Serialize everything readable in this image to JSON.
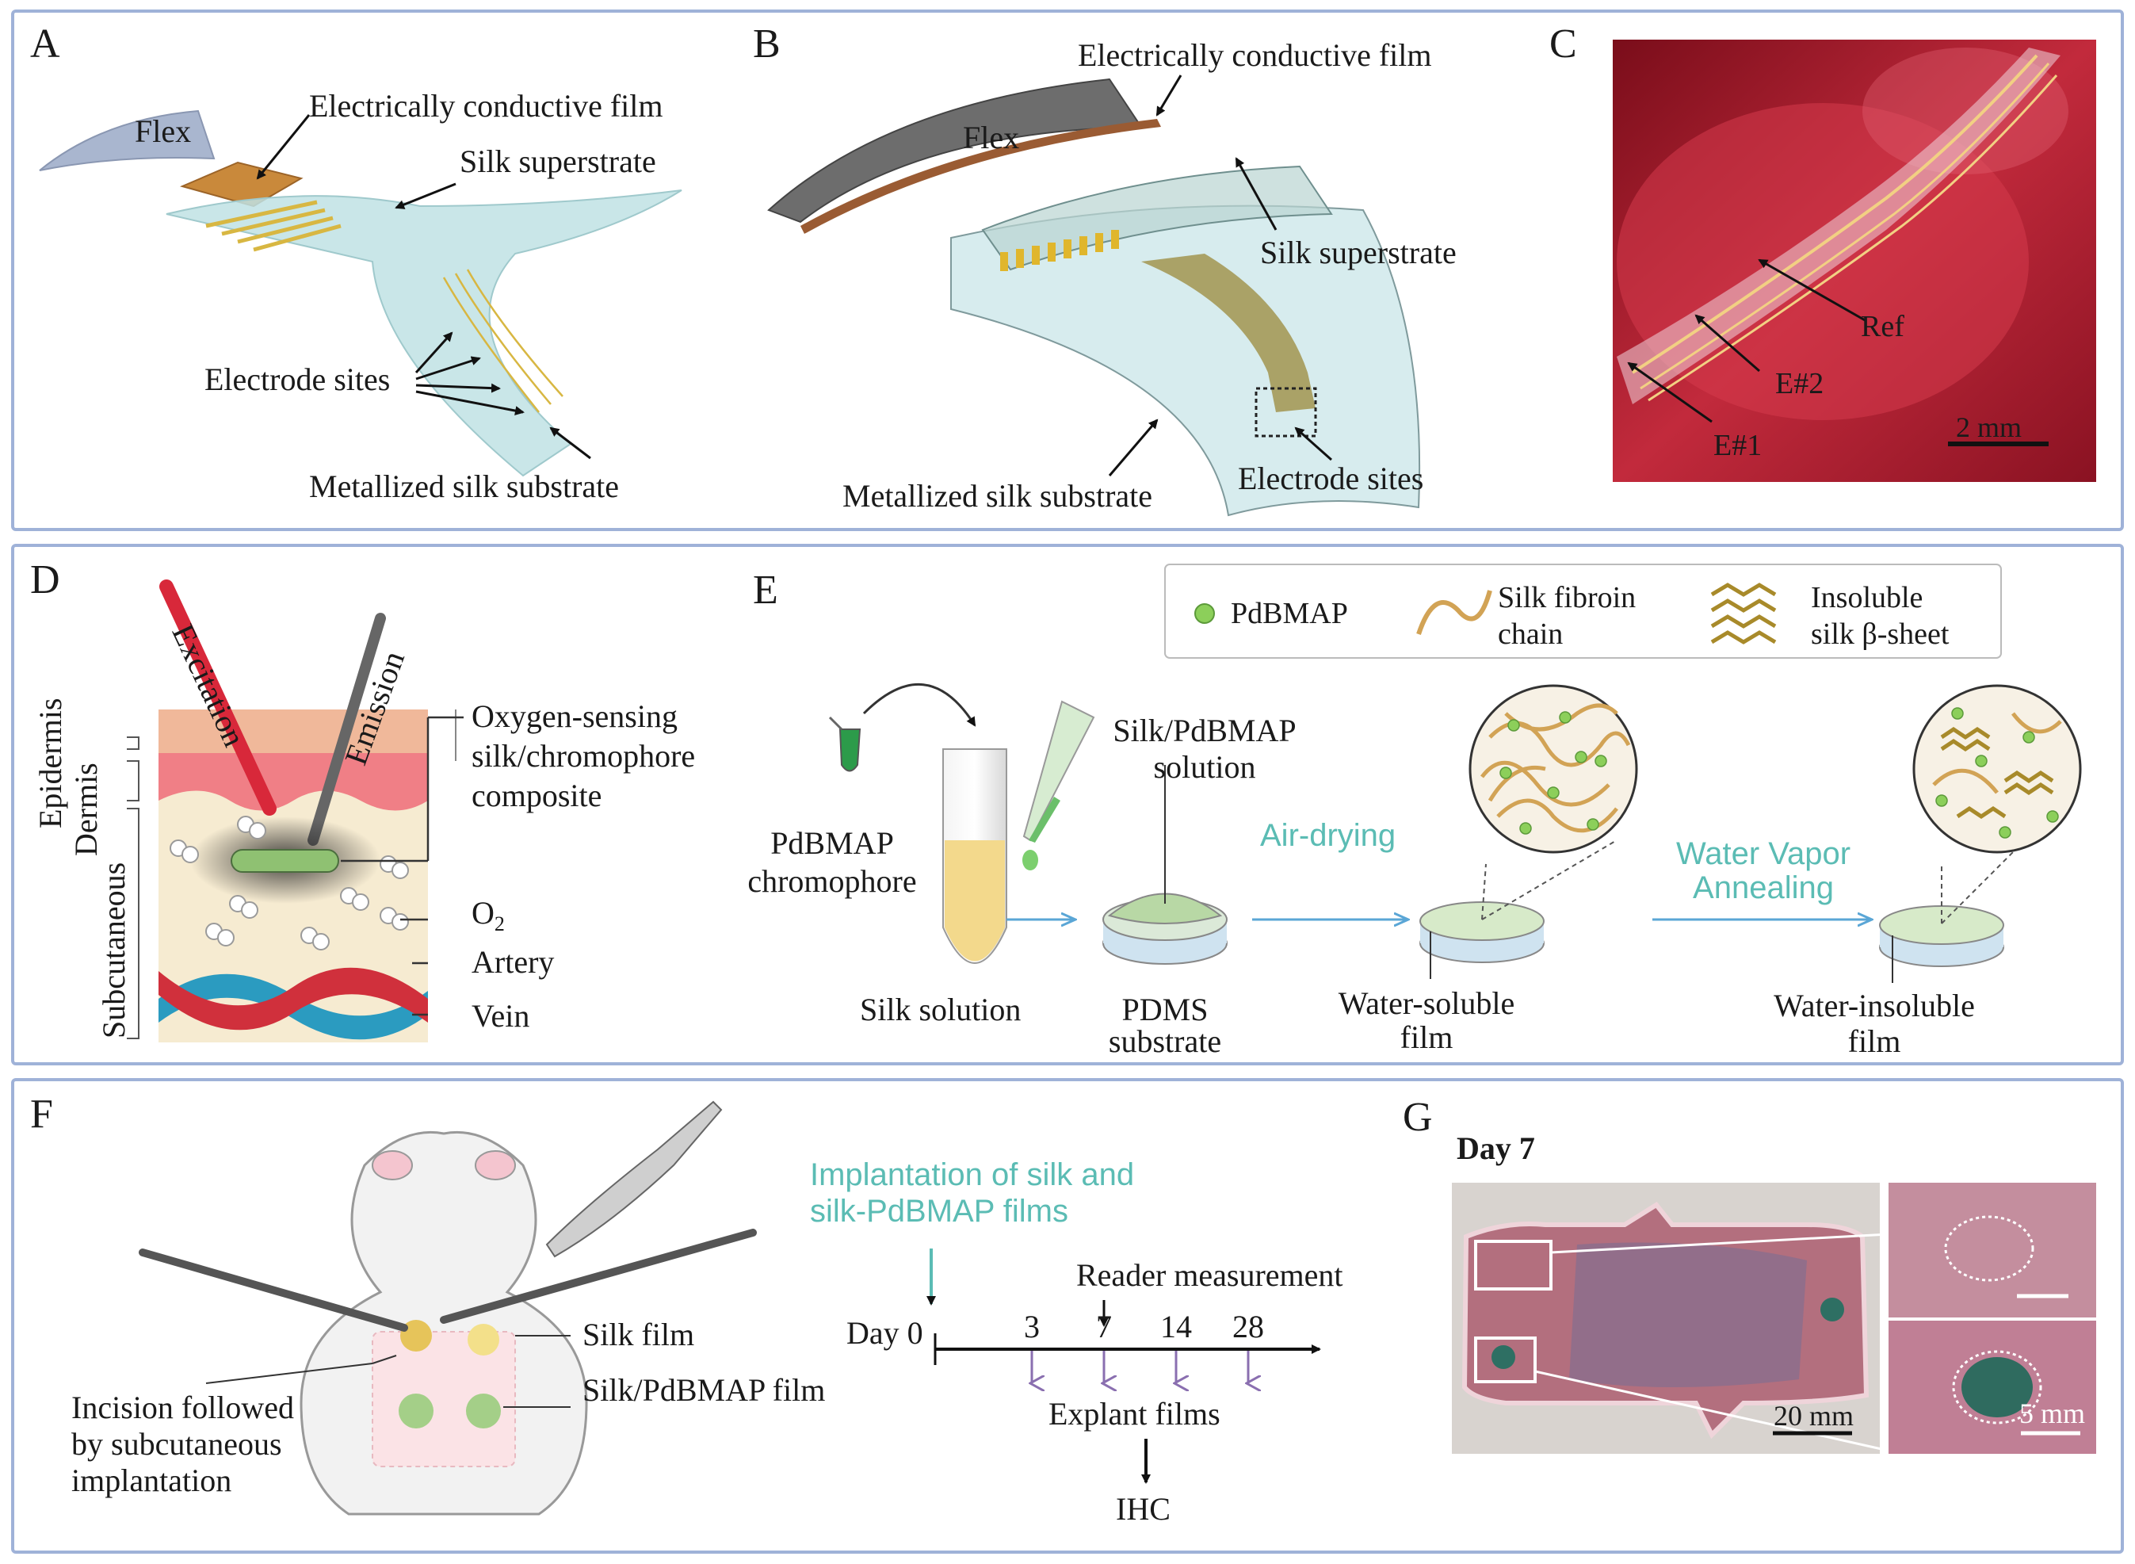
{
  "panels": {
    "A": {
      "label": "A",
      "flex": "Flex",
      "conductive_film": "Electrically conductive film",
      "superstrate": "Silk superstrate",
      "electrode_sites": "Electrode sites",
      "substrate": "Metallized silk substrate"
    },
    "B": {
      "label": "B",
      "flex": "Flex",
      "conductive_film": "Electrically conductive film",
      "superstrate": "Silk superstrate",
      "electrode_sites": "Electrode sites",
      "substrate": "Metallized silk substrate"
    },
    "C": {
      "label": "C",
      "ref": "Ref",
      "e2": "E#2",
      "e1": "E#1",
      "scale": "2 mm"
    },
    "D": {
      "label": "D",
      "excitation": "Excitation",
      "emission": "Emission",
      "epidermis": "Epidermis",
      "dermis": "Dermis",
      "subcutaneous": "Subcutaneous",
      "sensor_line1": "Oxygen-sensing",
      "sensor_line2": "silk/chromophore",
      "sensor_line3": "composite",
      "o2": "O",
      "o2_sub": "2",
      "artery": "Artery",
      "vein": "Vein"
    },
    "E": {
      "label": "E",
      "legend": {
        "pdbmap": "PdBMAP",
        "chain_line1": "Silk fibroin",
        "chain_line2": "chain",
        "sheet_line1": "Insoluble",
        "sheet_line2": "silk β-sheet"
      },
      "chromophore_line1": "PdBMAP",
      "chromophore_line2": "chromophore",
      "silk_solution": "Silk solution",
      "mix_line1": "Silk/PdBMAP",
      "mix_line2": "solution",
      "pdms_line1": "PDMS",
      "pdms_line2": "substrate",
      "air_drying": "Air-drying",
      "annealing_line1": "Water Vapor",
      "annealing_line2": "Annealing",
      "soluble_line1": "Water-soluble",
      "soluble_line2": "film",
      "insoluble_line1": "Water-insoluble",
      "insoluble_line2": "film"
    },
    "F": {
      "label": "F",
      "silk_film": "Silk film",
      "silk_pdbmap_film": "Silk/PdBMAP film",
      "incision_line1": "Incision followed",
      "incision_line2": "by subcutaneous",
      "incision_line3": "implantation",
      "implant_line1": "Implantation of silk and",
      "implant_line2": "silk-PdBMAP films",
      "reader": "Reader measurement",
      "day_label": "Day 0",
      "days": [
        "3",
        "7",
        "14",
        "28"
      ],
      "explant": "Explant films",
      "ihc": "IHC"
    },
    "G": {
      "label": "G",
      "day": "Day  7",
      "scale_main": "20 mm",
      "scale_inset": "5 mm"
    }
  },
  "colors": {
    "frame": "#9fb2d8",
    "teal_text": "#5bbcb4",
    "arrow_blue": "#5aa6d6",
    "timeline_purple": "#8a6fb0",
    "tissue_red": "#b8243a"
  }
}
